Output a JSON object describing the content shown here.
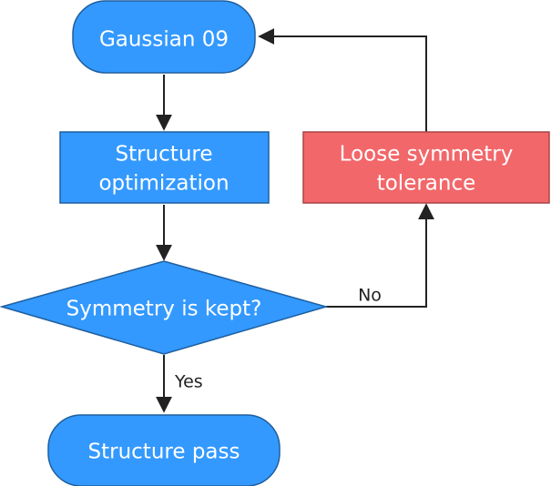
{
  "diagram": {
    "nodes": {
      "start": {
        "label": "Gaussian 09"
      },
      "optimize": {
        "line1": "Structure",
        "line2": "optimization"
      },
      "decision": {
        "label": "Symmetry is kept?"
      },
      "loosen": {
        "line1": "Loose symmetry",
        "line2": "tolerance"
      },
      "end": {
        "label": "Structure pass"
      }
    },
    "edges": {
      "no_label": "No",
      "yes_label": "Yes"
    },
    "colors": {
      "blue_fill": "#3399ff",
      "blue_stroke": "#1f5f9f",
      "red_fill": "#f2676a",
      "red_stroke": "#a94446",
      "line": "#222222"
    }
  }
}
